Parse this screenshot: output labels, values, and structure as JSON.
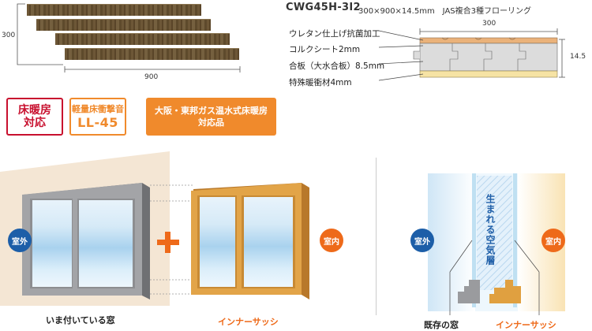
{
  "flooring": {
    "model": "CWG45H-3I2",
    "spec": "300×900×14.5mm　JAS複合3種フローリング",
    "plank_width_dim": "300",
    "plank_length_dim": "900",
    "section_width_dim": "300",
    "section_thickness_dim": "14.5",
    "layers": [
      "ウレタン仕上げ抗菌加工",
      "コルクシート2mm",
      "合板（大水合板）8.5mm",
      "特殊暖衝材4mm"
    ]
  },
  "badges": {
    "floor_heating": {
      "line1": "床暖房",
      "line2": "対応"
    },
    "impact_sound": {
      "line1": "軽量床衝撃音",
      "line2": "LL-45"
    },
    "gas_heating": {
      "line1": "大阪・東邦ガス温水式床暖房",
      "line2": "対応品"
    }
  },
  "windows": {
    "outside_label": "室外",
    "inside_label": "室内",
    "plus_symbol": "+",
    "current_window_caption": "いま付いている窓",
    "inner_sash_caption": "インナーサッシ"
  },
  "cross_section": {
    "outside_label": "室外",
    "inside_label": "室内",
    "air_layer_text": "生まれる空気層",
    "existing_window_caption": "既存の窓",
    "inner_sash_caption": "インナーサッシ"
  },
  "colors": {
    "red": "#c8102e",
    "orange": "#f08a2c",
    "blue_circle": "#1c5ea8",
    "orange_circle": "#ee6a1a",
    "frame_gray": "#9a9b9e",
    "frame_wood": "#e0a040"
  }
}
